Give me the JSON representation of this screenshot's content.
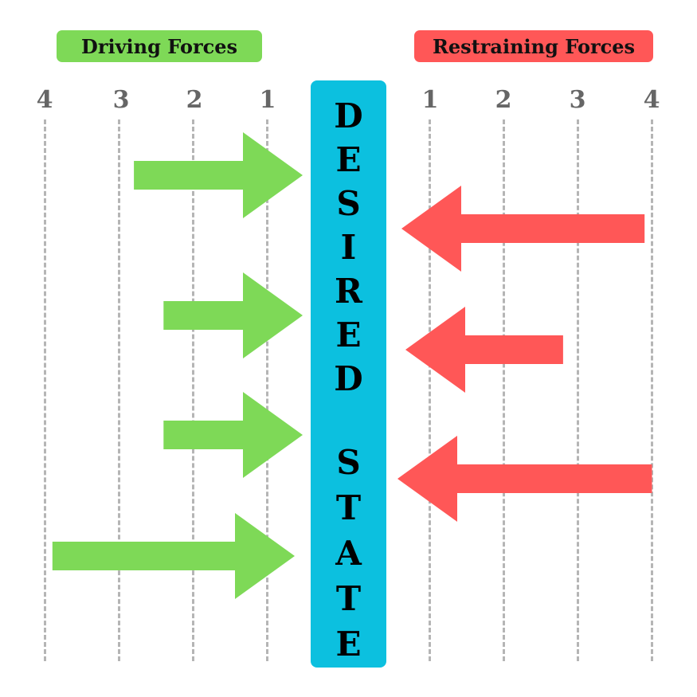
{
  "labels": {
    "driving": "Driving Forces",
    "restraining": "Restraining Forces"
  },
  "scale": {
    "left_ticks": [
      "4",
      "3",
      "2",
      "1"
    ],
    "right_ticks": [
      "1",
      "2",
      "3",
      "4"
    ]
  },
  "center_letters": [
    "D",
    "E",
    "S",
    "I",
    "R",
    "E",
    "D",
    "S",
    "T",
    "A",
    "T",
    "E"
  ],
  "forces": {
    "driving": [
      2.8,
      2.4,
      2.4,
      3.9
    ],
    "restraining": [
      3.9,
      2.8,
      4.0
    ]
  },
  "colors": {
    "driving": "#7ed957",
    "restraining": "#ff5757",
    "desired_state": "#0cc0df",
    "gridline": "#b5b5b5",
    "tick": "#666666"
  }
}
